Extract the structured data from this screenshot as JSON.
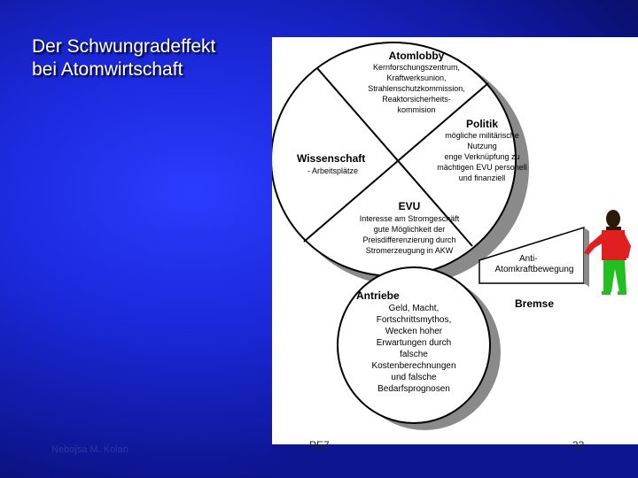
{
  "slide": {
    "title_line1": "Der Schwungradeffekt",
    "title_line2": "bei Atomwirtschaft",
    "footer_left": "Nebojsa M. Kolan",
    "footer_mid": "PE7",
    "footer_right": "32"
  },
  "diagram": {
    "atomlobby": {
      "heading": "Atomlobby",
      "lines": [
        "Kernforschungszentrum,",
        "Kraftwerksunion,",
        "Strahlenschutzkommission,",
        "Reaktorsicherheits-",
        "kommision"
      ]
    },
    "politik": {
      "heading": "Politik",
      "lines": [
        "mögliche militärische",
        "Nutzung",
        "enge Verknüpfung zu",
        "mächtigen EVU personell",
        "und finanziell"
      ]
    },
    "wissenschaft": {
      "heading": "Wissenschaft",
      "lines": [
        "- Arbeitsplätze"
      ]
    },
    "evu": {
      "heading": "EVU",
      "lines": [
        "Interesse am Stromgeschäft",
        "gute Möglichkeit der",
        "Preisdifferenzierung durch",
        "Stromerzeugung in AKW"
      ]
    },
    "anti": {
      "lines": [
        "Anti-",
        "Atomkraftbewegung"
      ]
    },
    "bremse": "Bremse",
    "antriebe": {
      "heading": "Antriebe",
      "lines": [
        "Geld, Macht,",
        "Fortschrittsmythos,",
        "Wecken hoher",
        "Erwartungen durch",
        "falsche",
        "Kostenberechnungen",
        "und falsche",
        "Bedarfsprognosen"
      ]
    }
  }
}
